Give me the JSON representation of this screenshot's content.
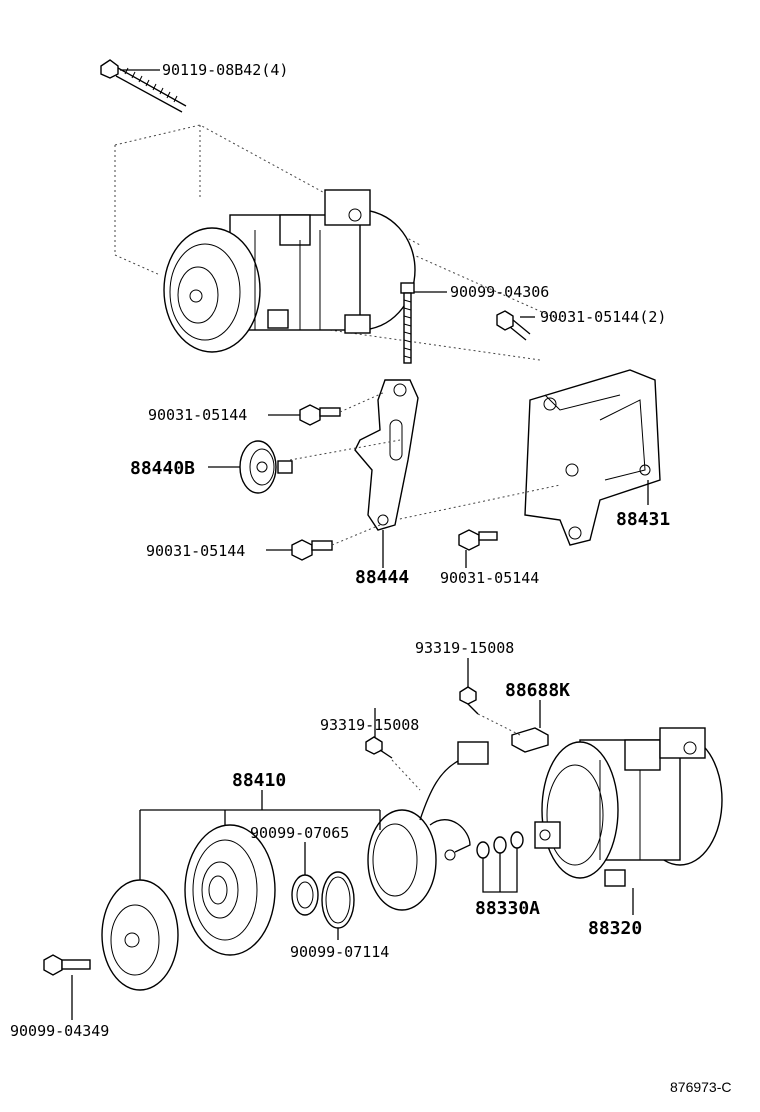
{
  "labels": {
    "bolt_top": "90119-08B42(4)",
    "bolt_stud": "90099-04306",
    "bolt_right": "90031-05144(2)",
    "bolt_mid_left": "90031-05144",
    "idler_pulley": "88440B",
    "bracket_right": "88431",
    "bolt_low_left": "90031-05144",
    "bracket_center": "88444",
    "bolt_low_right": "90031-05144",
    "screw_upper": "93319-15008",
    "connector": "88688K",
    "screw_lower": "93319-15008",
    "clutch_assy": "88410",
    "snap_ring_inner": "90099-07065",
    "snap_ring_outer": "90099-07114",
    "shims": "88330A",
    "compressor": "88320",
    "bolt_bottom": "90099-04349",
    "ref_code": "876973-C"
  }
}
